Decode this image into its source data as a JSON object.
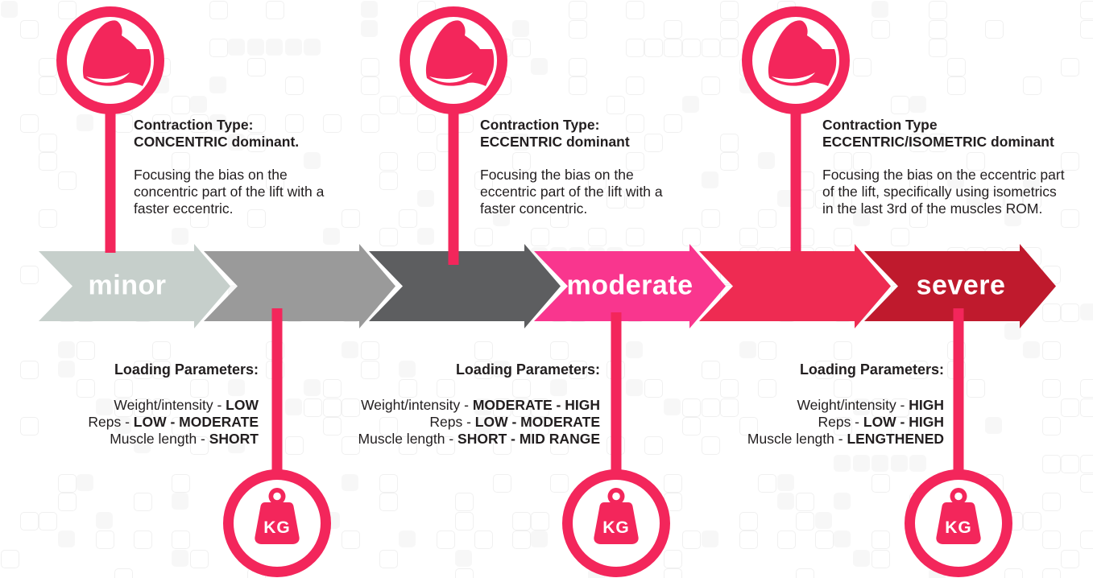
{
  "palette": {
    "pink": "#f3265b",
    "arrow_colors": [
      "#c6cfcb",
      "#9a9a9a",
      "#5d5e60",
      "#f9368e",
      "#ee2b52",
      "#bf1a2d"
    ],
    "label_text": "#ffffff",
    "body_text": "#221e1f"
  },
  "arrows": [
    {
      "label": "minor",
      "color": "#c6cfcb"
    },
    {
      "label": "",
      "color": "#9a9a9a"
    },
    {
      "label": "",
      "color": "#5d5e60"
    },
    {
      "label": "moderate",
      "color": "#f9368e"
    },
    {
      "label": "",
      "color": "#ee2b52"
    },
    {
      "label": "severe",
      "color": "#bf1a2d"
    }
  ],
  "contraction_blocks": [
    {
      "title": [
        "Contraction Type:",
        "CONCENTRIC dominant."
      ],
      "body": [
        "Focusing the bias on the",
        "concentric part of the lift with a",
        "faster eccentric."
      ]
    },
    {
      "title": [
        "Contraction Type:",
        "ECCENTRIC dominant"
      ],
      "body": [
        "Focusing the bias on the",
        "eccentric part of the lift with a",
        "faster concentric."
      ]
    },
    {
      "title": [
        "Contraction Type",
        "ECCENTRIC/ISOMETRIC dominant"
      ],
      "body": [
        "Focusing the bias on the eccentric part",
        "of the lift, specifically using isometrics",
        "in the last 3rd of the muscles ROM."
      ]
    }
  ],
  "loading_blocks": [
    {
      "heading": "Loading Parameters:",
      "lines": [
        {
          "pre": "Weight/intensity - ",
          "bold": "LOW"
        },
        {
          "pre": "Reps - ",
          "bold": "LOW - MODERATE"
        },
        {
          "pre": "Muscle length - ",
          "bold": "SHORT"
        }
      ]
    },
    {
      "heading": "Loading Parameters:",
      "lines": [
        {
          "pre": "Weight/intensity - ",
          "bold": "MODERATE - HIGH"
        },
        {
          "pre": "Reps - ",
          "bold": "LOW - MODERATE"
        },
        {
          "pre": "Muscle length - ",
          "bold": "SHORT - MID RANGE"
        }
      ]
    },
    {
      "heading": "Loading Parameters:",
      "lines": [
        {
          "pre": "Weight/intensity - ",
          "bold": "HIGH"
        },
        {
          "pre": "Reps - ",
          "bold": "LOW - HIGH"
        },
        {
          "pre": "Muscle length - ",
          "bold": "LENGTHENED"
        }
      ]
    }
  ],
  "icons": {
    "muscle": "flexed-bicep",
    "weight": "kg-weight",
    "weight_label": "KG"
  }
}
